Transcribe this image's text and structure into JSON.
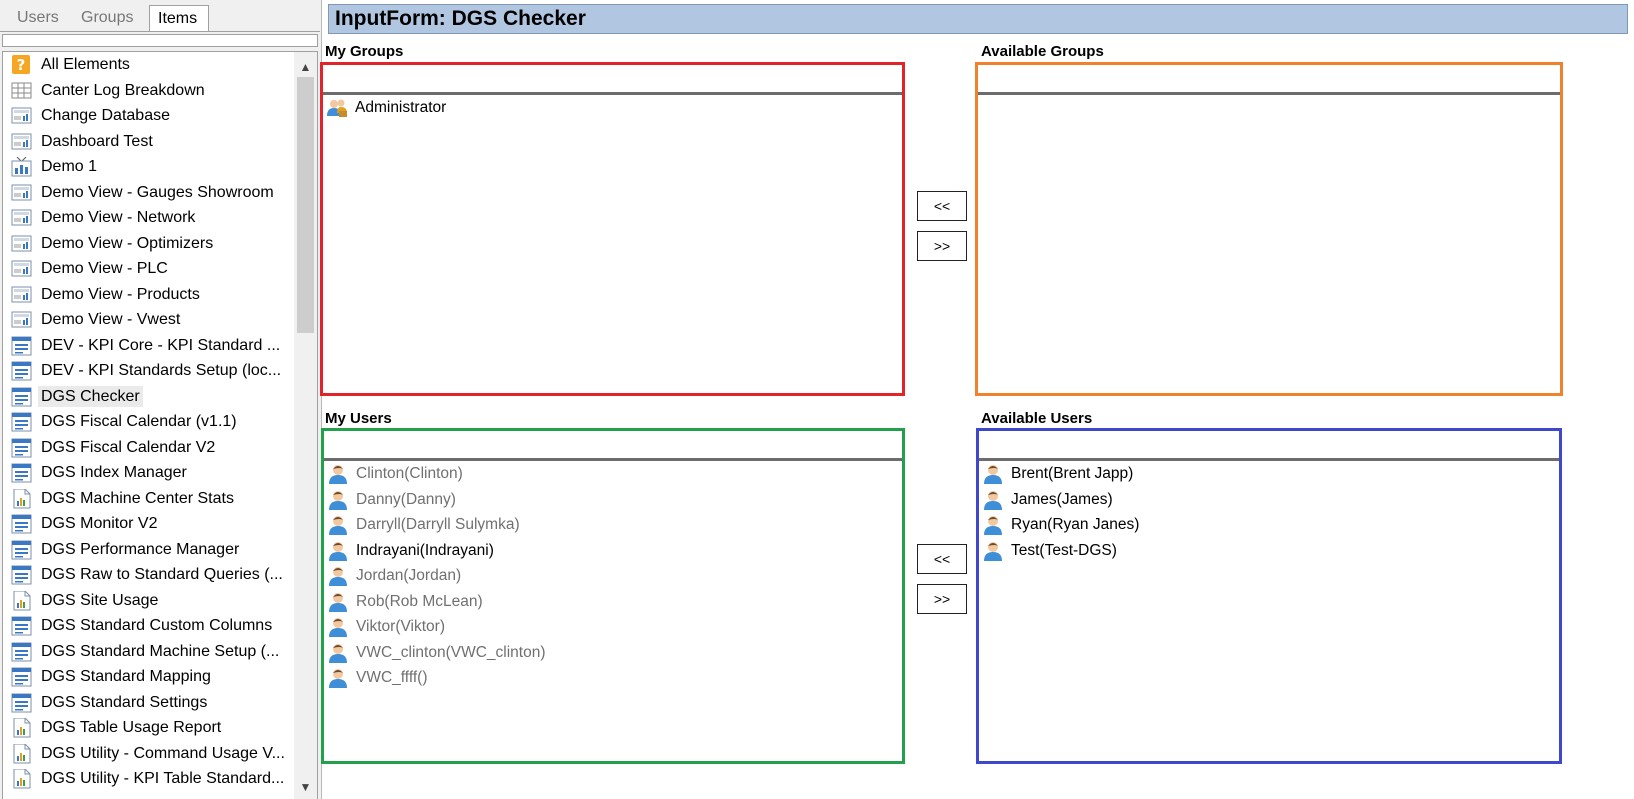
{
  "tabs": [
    {
      "label": "Users",
      "active": false
    },
    {
      "label": "Groups",
      "active": false
    },
    {
      "label": "Items",
      "active": true
    }
  ],
  "tree": {
    "items": [
      {
        "label": "All Elements",
        "icon": "help-icon"
      },
      {
        "label": "Canter Log Breakdown",
        "icon": "table-icon"
      },
      {
        "label": "Change Database",
        "icon": "chart-icon"
      },
      {
        "label": "Dashboard Test",
        "icon": "chart-icon"
      },
      {
        "label": "Demo 1",
        "icon": "tv-chart-icon"
      },
      {
        "label": "Demo View - Gauges Showroom",
        "icon": "chart-icon"
      },
      {
        "label": "Demo View - Network",
        "icon": "chart-icon"
      },
      {
        "label": "Demo View - Optimizers",
        "icon": "chart-icon"
      },
      {
        "label": "Demo View - PLC",
        "icon": "chart-icon"
      },
      {
        "label": "Demo View - Products",
        "icon": "chart-icon"
      },
      {
        "label": "Demo View - Vwest",
        "icon": "chart-icon"
      },
      {
        "label": "DEV - KPI Core - KPI Standard ...",
        "icon": "form-icon"
      },
      {
        "label": "DEV - KPI Standards Setup (loc...",
        "icon": "form-icon"
      },
      {
        "label": "DGS Checker",
        "icon": "form-icon",
        "selected": true
      },
      {
        "label": "DGS Fiscal Calendar (v1.1)",
        "icon": "form-icon"
      },
      {
        "label": "DGS Fiscal Calendar V2",
        "icon": "form-icon"
      },
      {
        "label": "DGS Index Manager",
        "icon": "form-icon"
      },
      {
        "label": "DGS Machine Center Stats",
        "icon": "report-icon"
      },
      {
        "label": "DGS Monitor V2",
        "icon": "form-icon"
      },
      {
        "label": "DGS Performance Manager",
        "icon": "form-icon"
      },
      {
        "label": "DGS Raw to Standard Queries (...",
        "icon": "form-icon"
      },
      {
        "label": "DGS Site Usage",
        "icon": "report-icon"
      },
      {
        "label": "DGS Standard Custom Columns",
        "icon": "form-icon"
      },
      {
        "label": "DGS Standard Machine Setup (...",
        "icon": "form-icon"
      },
      {
        "label": "DGS Standard Mapping",
        "icon": "form-icon"
      },
      {
        "label": "DGS Standard Settings",
        "icon": "form-icon"
      },
      {
        "label": "DGS Table Usage Report",
        "icon": "report-icon"
      },
      {
        "label": "DGS Utility - Command Usage V...",
        "icon": "report-icon"
      },
      {
        "label": "DGS Utility - KPI Table Standard...",
        "icon": "report-icon"
      }
    ]
  },
  "title": "InputForm: DGS Checker",
  "my_groups": {
    "label": "My Groups",
    "items": [
      {
        "label": "Administrator",
        "icon": "group-icon",
        "dim": false
      }
    ]
  },
  "available_groups": {
    "label": "Available Groups",
    "items": []
  },
  "my_users": {
    "label": "My Users",
    "items": [
      {
        "label": "Clinton(Clinton)",
        "dim": true
      },
      {
        "label": "Danny(Danny)",
        "dim": true
      },
      {
        "label": "Darryll(Darryll Sulymka)",
        "dim": true
      },
      {
        "label": "Indrayani(Indrayani)",
        "dim": false
      },
      {
        "label": "Jordan(Jordan)",
        "dim": true
      },
      {
        "label": "Rob(Rob McLean)",
        "dim": true
      },
      {
        "label": "Viktor(Viktor)",
        "dim": true
      },
      {
        "label": "VWC_clinton(VWC_clinton)",
        "dim": true
      },
      {
        "label": "VWC_ffff()",
        "dim": true
      }
    ]
  },
  "available_users": {
    "label": "Available Users",
    "items": [
      {
        "label": "Brent(Brent Japp)",
        "dim": false
      },
      {
        "label": "James(James)",
        "dim": false
      },
      {
        "label": "Ryan(Ryan Janes)",
        "dim": false
      },
      {
        "label": "Test(Test-DGS)",
        "dim": false
      }
    ]
  },
  "buttons": {
    "add_all": "<<",
    "remove_all": ">>"
  },
  "colors": {
    "my_groups_border": "#e2232a",
    "available_groups_border": "#f0822d",
    "my_users_border": "#22a04b",
    "available_users_border": "#3f48cc",
    "title_bar": "#b1c6e0"
  }
}
